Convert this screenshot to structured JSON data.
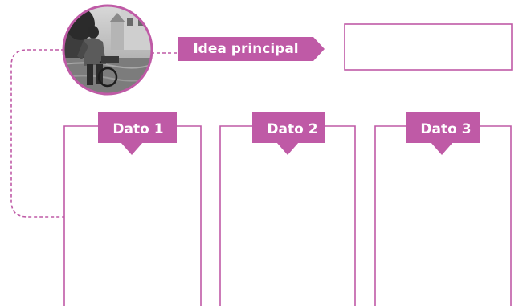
{
  "colors": {
    "accent": "#bf5aa6",
    "line": "#bf5aa6",
    "background": "#ffffff"
  },
  "photo": {
    "icon": "flood-cyclist-photo",
    "description_visible": false
  },
  "main_idea": {
    "label": "Idea principal",
    "answer": ""
  },
  "datos": [
    {
      "label": "Dato 1",
      "answer": ""
    },
    {
      "label": "Dato 2",
      "answer": ""
    },
    {
      "label": "Dato 3",
      "answer": ""
    }
  ]
}
